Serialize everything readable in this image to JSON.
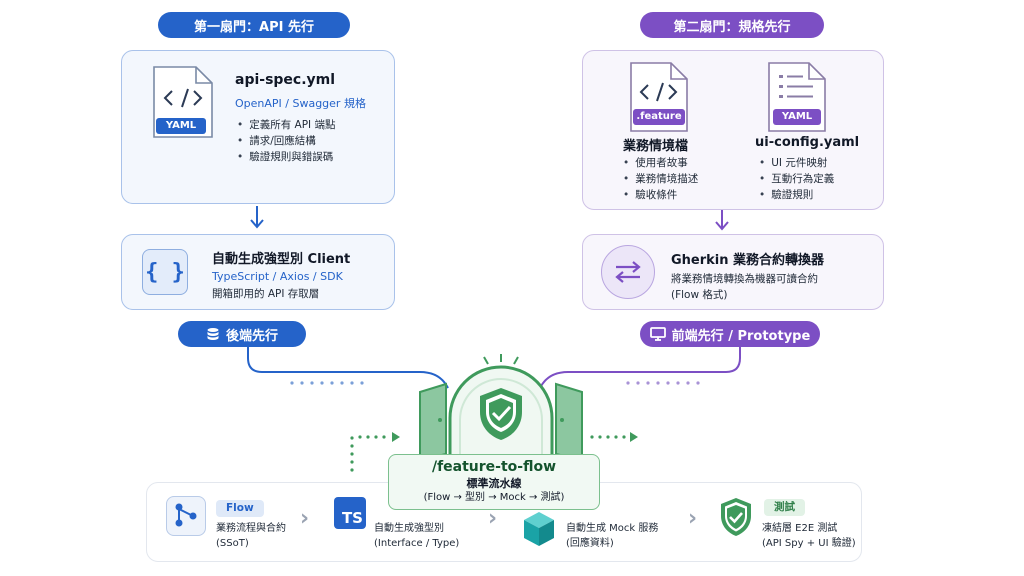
{
  "left_branch": {
    "header": "第一扇門：API 先行",
    "spec": {
      "file_tag": "YAML",
      "title": "api-spec.yml",
      "subtitle": "OpenAPI / Swagger 規格",
      "bullets": [
        "定義所有 API 端點",
        "請求/回應結構",
        "驗證規則與錯誤碼"
      ]
    },
    "client": {
      "title": "自動生成強型別 Client",
      "subtitle": "TypeScript / Axios / SDK",
      "desc": "開箱即用的 API 存取層"
    },
    "footer": "後端先行"
  },
  "right_branch": {
    "header": "第二扇門：規格先行",
    "feature": {
      "file_tag": ".feature",
      "title": "業務情境檔",
      "bullets": [
        "使用者故事",
        "業務情境描述",
        "驗收條件"
      ]
    },
    "ui_config": {
      "file_tag": "YAML",
      "title": "ui-config.yaml",
      "bullets": [
        "UI 元件映射",
        "互動行為定義",
        "驗證規則"
      ]
    },
    "converter": {
      "title": "Gherkin 業務合約轉換器",
      "desc_line1": "將業務情境轉換為機器可讀合約",
      "desc_line2": "(Flow 格式)"
    },
    "footer": "前端先行 / Prototype"
  },
  "center": {
    "title": "/feature-to-flow",
    "subtitle": "標準流水線",
    "caption": "(Flow → 型別 → Mock → 測試)"
  },
  "pipeline": {
    "steps": [
      {
        "badge": "Flow",
        "line1": "業務流程與合約",
        "line2": "(SSoT)"
      },
      {
        "icon_text": "TS",
        "line1": "自動生成強型別",
        "line2": "(Interface / Type)"
      },
      {
        "line1": "自動生成 Mock 服務",
        "line2": "(回應資料)"
      },
      {
        "badge": "測試",
        "line1": "凍結層 E2E 測試",
        "line2": "(API Spy + UI 驗證)"
      }
    ]
  },
  "colors": {
    "blue": "#2563c9",
    "purple": "#7c4fc4",
    "green": "#3f9a5c",
    "teal": "#1aa3a6"
  },
  "icons": {
    "code": "code-brackets-icon",
    "braces": "curly-braces-icon",
    "swap": "swap-arrows-icon",
    "database": "database-icon",
    "monitor": "monitor-icon",
    "shield": "shield-check-icon",
    "flow": "flow-nodes-icon",
    "cube": "cube-icon"
  }
}
